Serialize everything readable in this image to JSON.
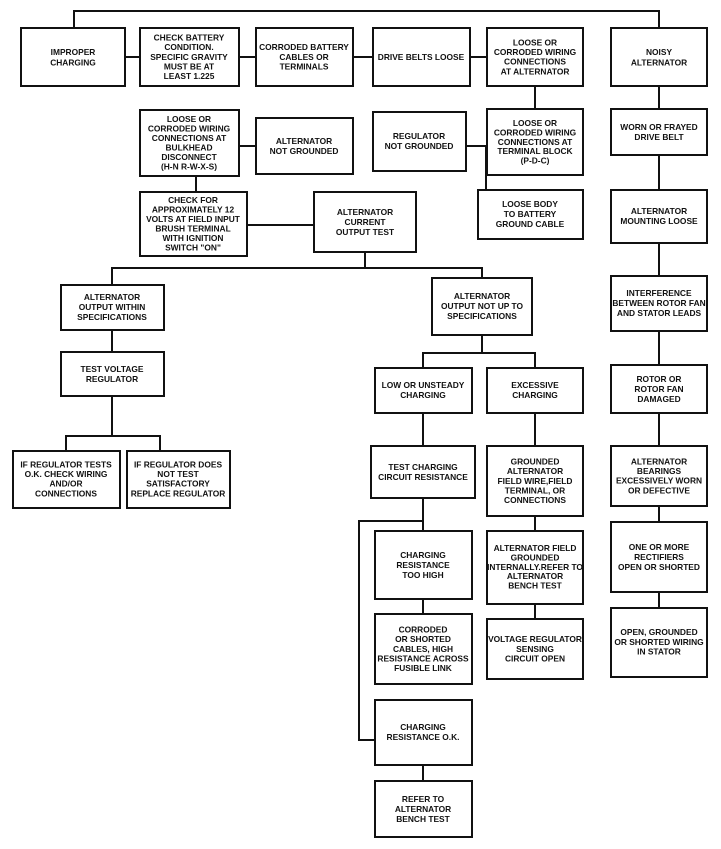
{
  "colors": {
    "line": "#111111",
    "box_fill": "#ffffff",
    "background": "#ffffff"
  },
  "boxes": {
    "improper_charging": [
      "IMPROPER",
      "CHARGING"
    ],
    "check_battery": [
      "CHECK BATTERY",
      "CONDITION.",
      "SPECIFIC GRAVITY",
      "MUST BE AT",
      "LEAST 1.225"
    ],
    "corroded_battery_cables": [
      "CORRODED BATTERY",
      "CABLES OR",
      "TERMINALS"
    ],
    "drive_belts_loose": [
      "DRIVE BELTS LOOSE"
    ],
    "loose_wiring_alternator": [
      "LOOSE OR",
      "CORRODED WIRING",
      "CONNECTIONS",
      "AT ALTERNATOR"
    ],
    "noisy_alternator": [
      "NOISY",
      "ALTERNATOR"
    ],
    "loose_wiring_bulkhead": [
      "LOOSE OR",
      "CORRODED WIRING",
      "CONNECTIONS AT",
      "BULKHEAD",
      "DISCONNECT",
      "(H-N R-W-X-S)"
    ],
    "alternator_not_grounded": [
      "ALTERNATOR",
      "NOT GROUNDED"
    ],
    "regulator_not_grounded": [
      "REGULATOR",
      "NOT GROUNDED"
    ],
    "loose_wiring_terminal_block": [
      "LOOSE OR",
      "CORRODED WIRING",
      "CONNECTIONS AT",
      "TERMINAL BLOCK",
      "(P-D-C)"
    ],
    "worn_drive_belt": [
      "WORN OR FRAYED",
      "DRIVE BELT"
    ],
    "check_12_volts": [
      "CHECK FOR",
      "APPROXIMATELY 12",
      "VOLTS AT FIELD INPUT",
      "BRUSH TERMINAL",
      "WITH IGNITION",
      "SWITCH \"ON\""
    ],
    "alternator_current_output_test": [
      "ALTERNATOR",
      "CURRENT",
      "OUTPUT TEST"
    ],
    "loose_body_ground": [
      "LOOSE BODY",
      "TO BATTERY",
      "GROUND CABLE"
    ],
    "alternator_mounting_loose": [
      "ALTERNATOR",
      "MOUNTING LOOSE"
    ],
    "output_within_specs": [
      "ALTERNATOR",
      "OUTPUT WITHIN",
      "SPECIFICATIONS"
    ],
    "output_not_up_to_specs": [
      "ALTERNATOR",
      "OUTPUT NOT UP TO",
      "SPECIFICATIONS"
    ],
    "interference_rotor_fan": [
      "INTERFERENCE",
      "BETWEEN ROTOR FAN",
      "AND STATOR LEADS"
    ],
    "test_voltage_regulator": [
      "TEST VOLTAGE",
      "REGULATOR"
    ],
    "low_or_unsteady_charging": [
      "LOW OR UNSTEADY",
      "CHARGING"
    ],
    "excessive_charging": [
      "EXCESSIVE",
      "CHARGING"
    ],
    "rotor_fan_damaged": [
      "ROTOR OR",
      "ROTOR FAN",
      "DAMAGED"
    ],
    "regulator_tests_ok": [
      "IF REGULATOR TESTS",
      "O.K. CHECK WIRING",
      "AND/OR",
      "CONNECTIONS"
    ],
    "regulator_not_satisfactory": [
      "IF REGULATOR DOES",
      "NOT TEST",
      "SATISFACTORY",
      "REPLACE REGULATOR"
    ],
    "test_charging_circuit_resistance": [
      "TEST CHARGING",
      "CIRCUIT RESISTANCE"
    ],
    "grounded_field_wire": [
      "GROUNDED",
      "ALTERNATOR",
      "FIELD WIRE,FIELD",
      "TERMINAL, OR",
      "CONNECTIONS"
    ],
    "bearings_worn": [
      "ALTERNATOR",
      "BEARINGS",
      "EXCESSIVELY WORN",
      "OR   DEFECTIVE"
    ],
    "charging_resistance_too_high": [
      "CHARGING",
      "RESISTANCE",
      "TOO HIGH"
    ],
    "field_grounded_internally": [
      "ALTERNATOR FIELD",
      "GROUNDED",
      "INTERNALLY.REFER TO",
      "ALTERNATOR",
      "BENCH TEST"
    ],
    "rectifiers_open_shorted": [
      "ONE OR MORE",
      "RECTIFIERS",
      "OPEN OR SHORTED"
    ],
    "corroded_shorted_cables": [
      "CORRODED",
      "OR SHORTED",
      "CABLES, HIGH",
      "RESISTANCE ACROSS",
      "FUSIBLE LINK"
    ],
    "voltage_regulator_sensing_open": [
      "VOLTAGE REGULATOR",
      "SENSING",
      "CIRCUIT OPEN"
    ],
    "stator_wiring": [
      "OPEN, GROUNDED",
      "OR SHORTED WIRING",
      "IN  STATOR"
    ],
    "charging_resistance_ok": [
      "CHARGING",
      "RESISTANCE O.K."
    ],
    "refer_bench_test": [
      "REFER TO",
      "ALTERNATOR",
      "BENCH TEST"
    ]
  }
}
